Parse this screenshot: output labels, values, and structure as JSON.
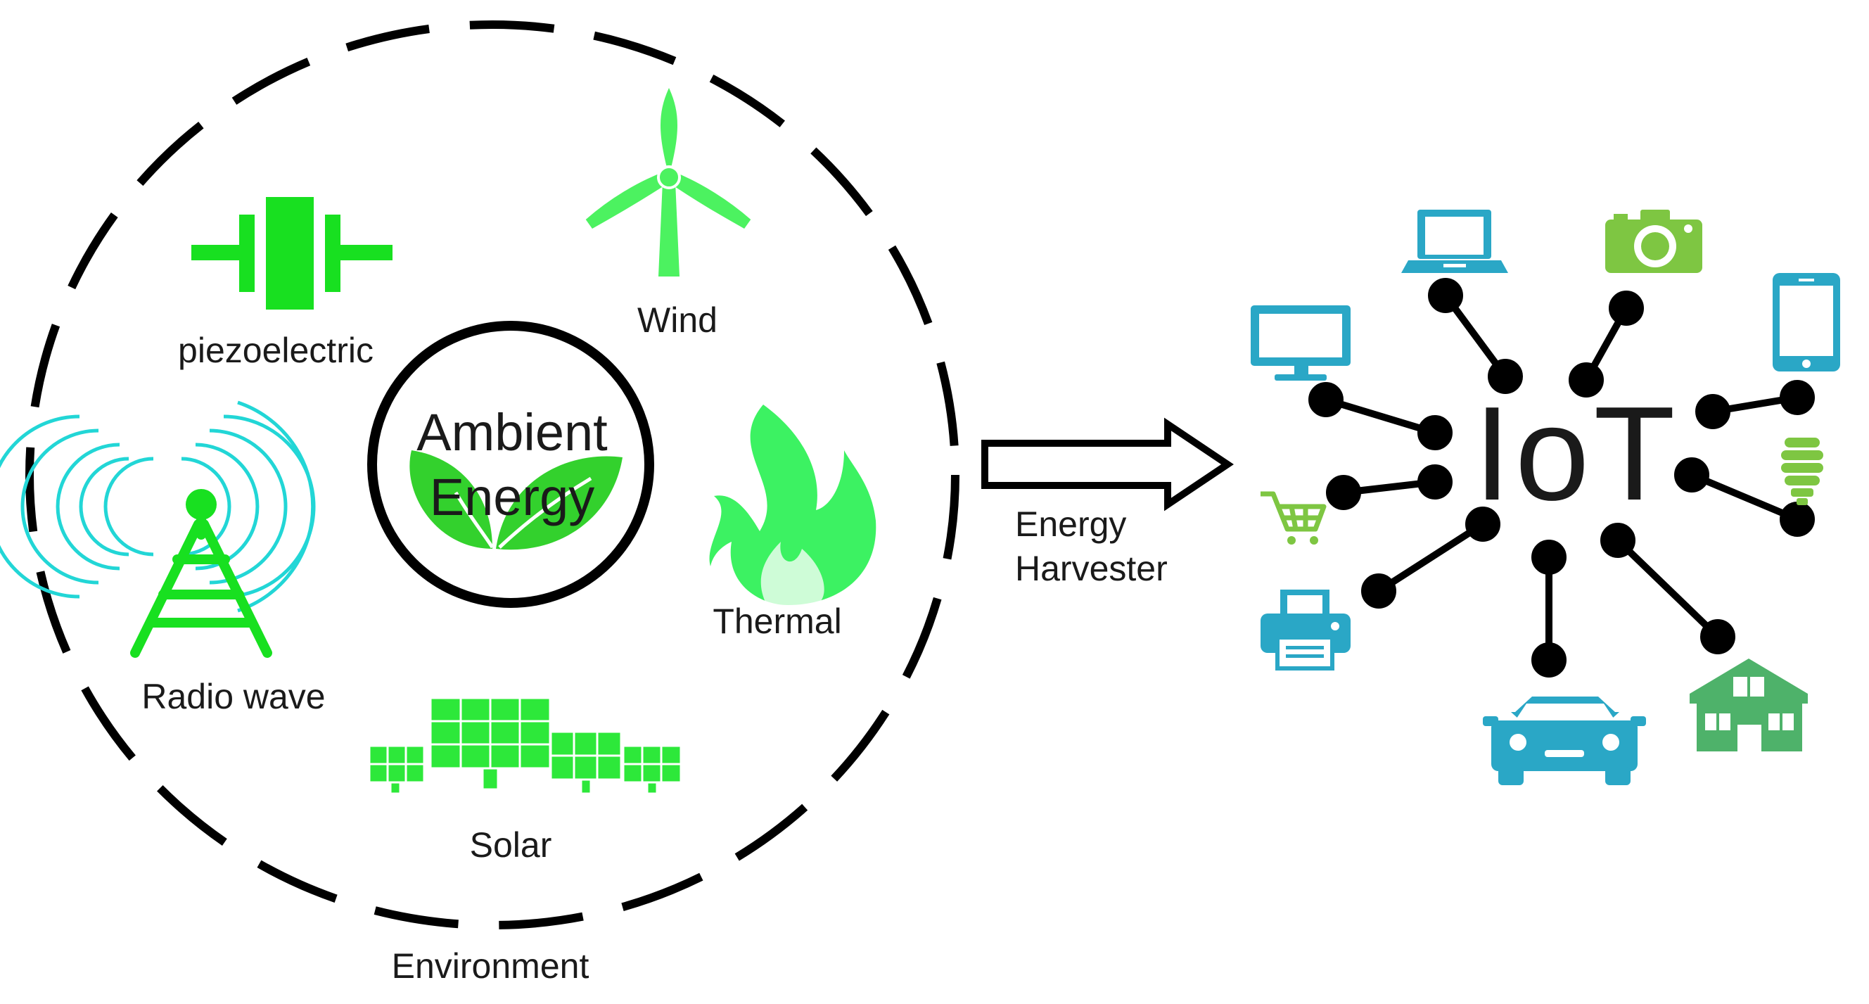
{
  "environment": {
    "label": "Environment",
    "center_title_line1": "Ambient",
    "center_title_line2": "Energy",
    "sources": {
      "piezoelectric": "piezoelectric",
      "wind": "Wind",
      "radio": "Radio wave",
      "thermal": "Thermal",
      "solar": "Solar"
    }
  },
  "harvester": {
    "line1": "Energy",
    "line2": "Harvester"
  },
  "iot": {
    "title": "IoT",
    "devices": [
      "monitor",
      "laptop",
      "camera",
      "smartphone",
      "shopping-cart",
      "light-bulb",
      "printer",
      "car",
      "house"
    ]
  },
  "colors": {
    "source_green": "#18e020",
    "wind_green": "#4cf260",
    "solar_green": "#2de83a",
    "radio_cyan": "#22d6d6",
    "device_blue": "#2aa7c6",
    "device_green": "#7ec642",
    "house_green": "#4eb26a",
    "outline": "#000000"
  }
}
